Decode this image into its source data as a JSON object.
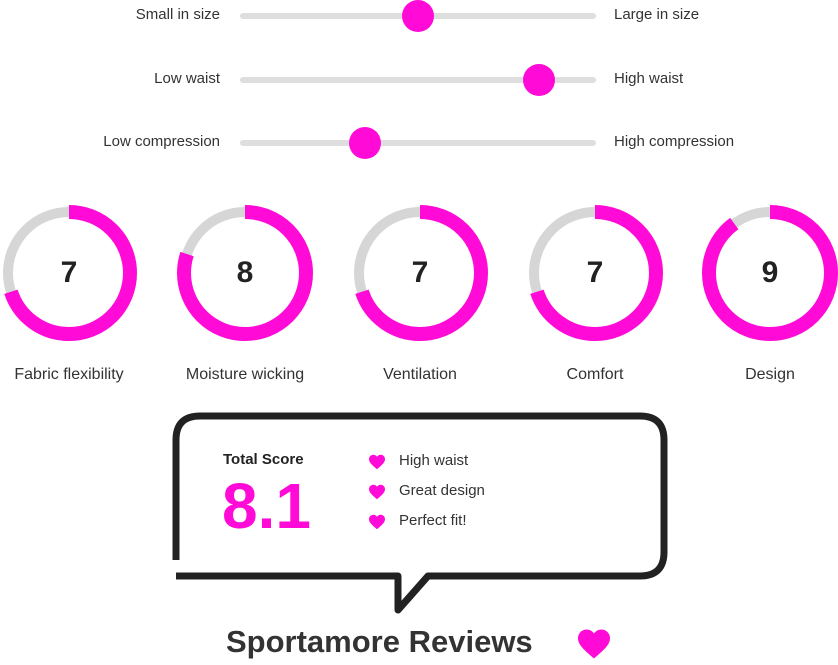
{
  "colors": {
    "accent": "#ff0ad6",
    "track": "#dedede",
    "ring_track": "#d6d6d6",
    "text": "#333333",
    "outline": "#222222"
  },
  "chart_data": [
    {
      "type": "slider",
      "sliders": [
        {
          "left_label": "Small in size",
          "right_label": "Large in size",
          "value": 0.5
        },
        {
          "left_label": "Low waist",
          "right_label": "High waist",
          "value": 0.84
        },
        {
          "left_label": "Low compression",
          "right_label": "High compression",
          "value": 0.35
        }
      ]
    },
    {
      "type": "donut",
      "max": 10,
      "items": [
        {
          "label": "Fabric flexibility",
          "value": 7
        },
        {
          "label": "Moisture wicking",
          "value": 8
        },
        {
          "label": "Ventilation",
          "value": 7
        },
        {
          "label": "Comfort",
          "value": 7
        },
        {
          "label": "Design",
          "value": 9
        }
      ]
    }
  ],
  "summary": {
    "total_label": "Total Score",
    "total_value": "8.1",
    "pros": [
      "High waist",
      "Great design",
      "Perfect fit!"
    ],
    "pro_icon": "heart-icon"
  },
  "brand": {
    "name": "Sportamore Reviews",
    "icon": "heart-icon"
  }
}
